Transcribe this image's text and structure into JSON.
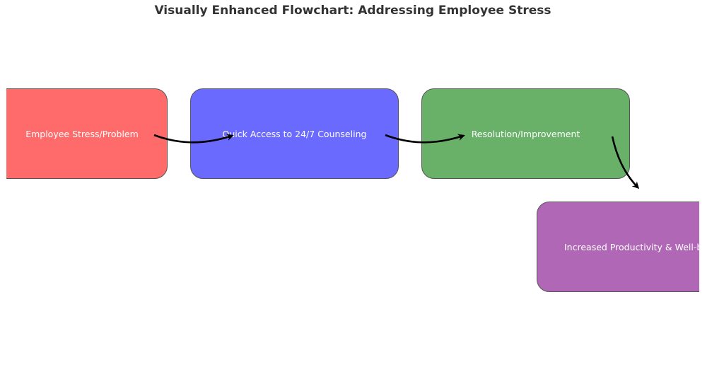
{
  "title": "Visually Enhanced Flowchart: Addressing Employee Stress",
  "nodes": [
    {
      "label": "Employee Stress/Problem",
      "color": "#ff6b6b"
    },
    {
      "label": "Quick Access to 24/7 Counseling",
      "color": "#6a6aff"
    },
    {
      "label": "Resolution/Improvement",
      "color": "#69b169"
    },
    {
      "label": "Increased Productivity & Well-being",
      "color": "#b067b5"
    }
  ],
  "edges": [
    {
      "from": 0,
      "to": 1
    },
    {
      "from": 1,
      "to": 2
    },
    {
      "from": 2,
      "to": 3
    }
  ]
}
